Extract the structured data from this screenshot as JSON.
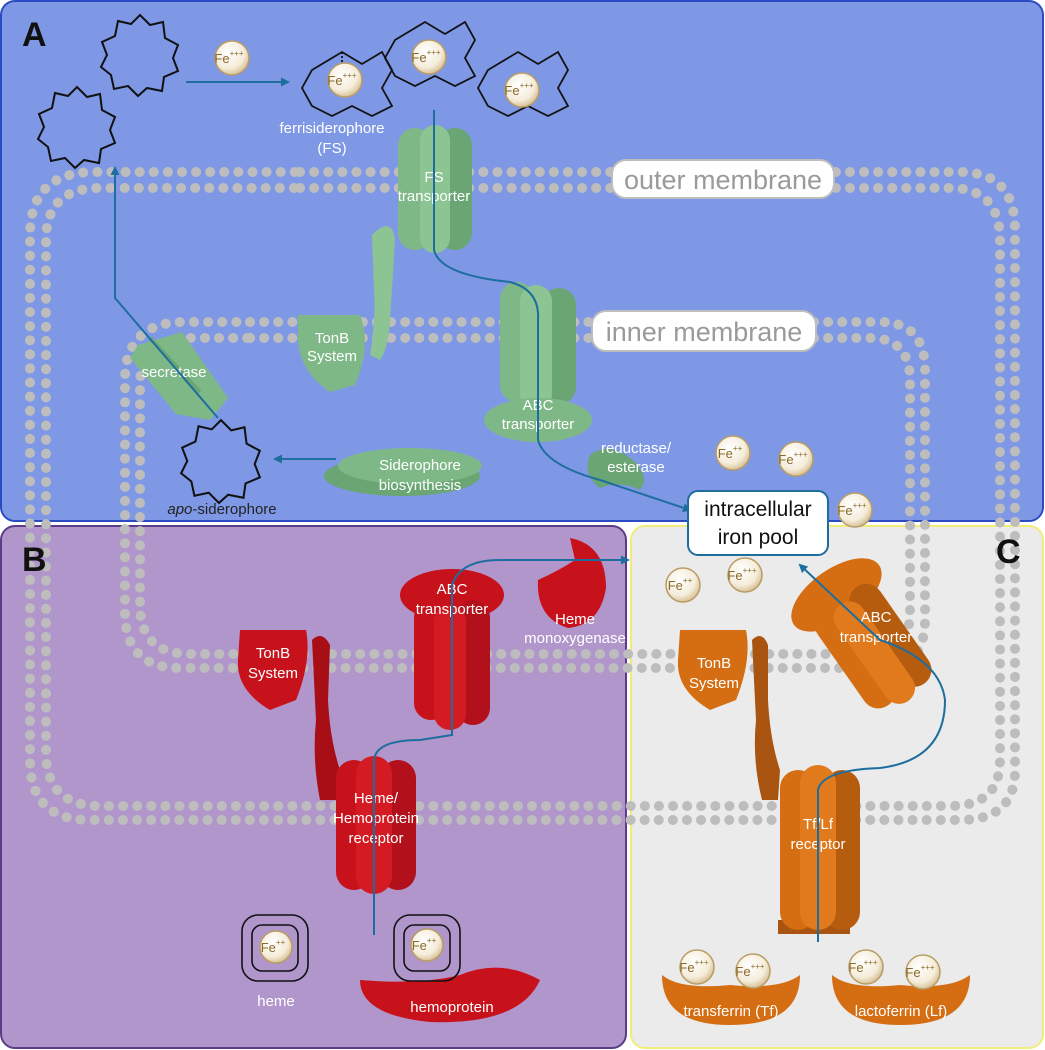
{
  "panels": {
    "a": "A",
    "b": "B",
    "c": "C"
  },
  "membranes": {
    "outer": "outer membrane",
    "inner": "inner membrane"
  },
  "iron_pool": {
    "line1": "intracellular",
    "line2": "iron pool"
  },
  "fe": {
    "two_plus": "Fe",
    "sup2": "++",
    "three_plus": "Fe",
    "sup3": "+++"
  },
  "panel_a": {
    "ferrisiderophore_1": "ferrisiderophore",
    "ferrisiderophore_2": "(FS)",
    "fs_transporter_1": "FS",
    "fs_transporter_2": "transporter",
    "tonb_1": "TonB",
    "tonb_2": "System",
    "abc_1": "ABC",
    "abc_2": "transporter",
    "secretase": "secretase",
    "sidero_1": "Siderophore",
    "sidero_2": "biosynthesis",
    "apo_italic": "apo",
    "apo_rest": "-siderophore",
    "reductase_1": "reductase/",
    "reductase_2": "esterase"
  },
  "panel_b": {
    "tonb_1": "TonB",
    "tonb_2": "System",
    "abc_1": "ABC",
    "abc_2": "transporter",
    "heme_mono_1": "Heme",
    "heme_mono_2": "monoxygenase",
    "receptor_1": "Heme/",
    "receptor_2": "Hemoprotein",
    "receptor_3": "receptor",
    "heme": "heme",
    "hemoprotein": "hemoprotein"
  },
  "panel_c": {
    "tonb_1": "TonB",
    "tonb_2": "System",
    "abc_1": "ABC",
    "abc_2": "transporter",
    "receptor_1": "Tf/Lf",
    "receptor_2": "receptor",
    "transferrin": "transferrin (Tf)",
    "lactoferrin": "lactoferrin (Lf)"
  },
  "colors": {
    "panel_a_bg": "#7f98e6",
    "panel_b_bg": "#b196cb",
    "panel_c_bg": "#ebebeb",
    "green": "#7fb887",
    "red": "#c8121b",
    "orange": "#d56d12",
    "arrow": "#1d6e9e",
    "membrane_dots": "#bdbdbd"
  },
  "icons": [
    "siderophore-ring-icon",
    "iron-ion-icon",
    "porphyrin-icon",
    "arrow-icon"
  ]
}
